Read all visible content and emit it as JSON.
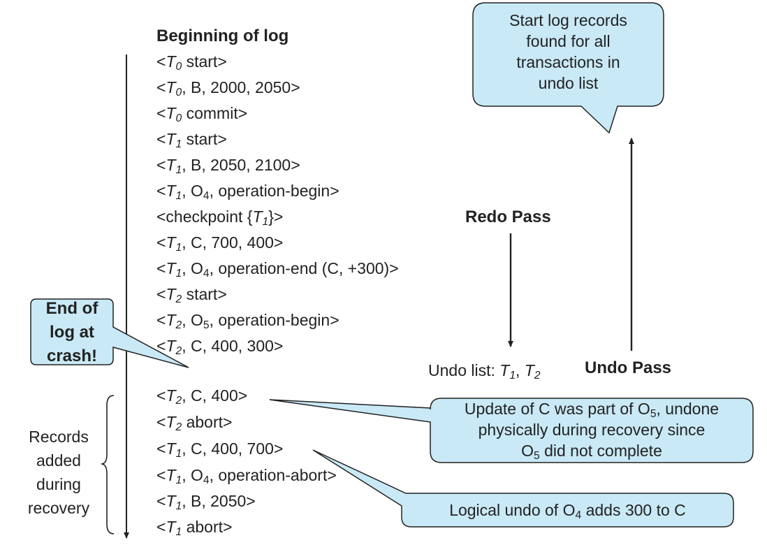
{
  "log_title": "Beginning of log",
  "log_records": [
    [
      {
        "t": "<"
      },
      {
        "t": "T",
        "i": 1
      },
      {
        "t": "0",
        "sub": 1,
        "i": 1
      },
      {
        "t": " start>"
      }
    ],
    [
      {
        "t": "<"
      },
      {
        "t": "T",
        "i": 1
      },
      {
        "t": "0",
        "sub": 1,
        "i": 1
      },
      {
        "t": ", B, 2000, 2050>"
      }
    ],
    [
      {
        "t": "<"
      },
      {
        "t": "T",
        "i": 1
      },
      {
        "t": "0",
        "sub": 1,
        "i": 1
      },
      {
        "t": " commit>"
      }
    ],
    [
      {
        "t": "<"
      },
      {
        "t": "T",
        "i": 1
      },
      {
        "t": "1",
        "sub": 1,
        "i": 1
      },
      {
        "t": " start>"
      }
    ],
    [
      {
        "t": "<"
      },
      {
        "t": "T",
        "i": 1
      },
      {
        "t": "1",
        "sub": 1,
        "i": 1
      },
      {
        "t": ", B, 2050, 2100>"
      }
    ],
    [
      {
        "t": "<"
      },
      {
        "t": "T",
        "i": 1
      },
      {
        "t": "1",
        "sub": 1,
        "i": 1
      },
      {
        "t": ", O"
      },
      {
        "t": "4",
        "sub": 1
      },
      {
        "t": ", operation-begin>"
      }
    ],
    [
      {
        "t": "<checkpoint {"
      },
      {
        "t": "T",
        "i": 1
      },
      {
        "t": "1",
        "sub": 1,
        "i": 1
      },
      {
        "t": "}>"
      }
    ],
    [
      {
        "t": "<"
      },
      {
        "t": "T",
        "i": 1
      },
      {
        "t": "1",
        "sub": 1,
        "i": 1
      },
      {
        "t": ", C, 700, 400>"
      }
    ],
    [
      {
        "t": "<"
      },
      {
        "t": "T",
        "i": 1
      },
      {
        "t": "1",
        "sub": 1,
        "i": 1
      },
      {
        "t": ", O"
      },
      {
        "t": "4",
        "sub": 1
      },
      {
        "t": ", operation-end (C, +300)>"
      }
    ],
    [
      {
        "t": "<"
      },
      {
        "t": "T",
        "i": 1
      },
      {
        "t": "2",
        "sub": 1,
        "i": 1
      },
      {
        "t": " start>"
      }
    ],
    [
      {
        "t": "<"
      },
      {
        "t": "T",
        "i": 1
      },
      {
        "t": "2",
        "sub": 1,
        "i": 1
      },
      {
        "t": ", O"
      },
      {
        "t": "5",
        "sub": 1
      },
      {
        "t": ", operation-begin>"
      }
    ],
    [
      {
        "t": "<"
      },
      {
        "t": "T",
        "i": 1
      },
      {
        "t": "2",
        "sub": 1,
        "i": 1
      },
      {
        "t": ", C, 400, 300>"
      }
    ]
  ],
  "recovery_records": [
    [
      {
        "t": "<"
      },
      {
        "t": "T",
        "i": 1
      },
      {
        "t": "2",
        "sub": 1,
        "i": 1
      },
      {
        "t": ", C, 400>"
      }
    ],
    [
      {
        "t": "<"
      },
      {
        "t": "T",
        "i": 1
      },
      {
        "t": "2",
        "sub": 1,
        "i": 1
      },
      {
        "t": " abort>"
      }
    ],
    [
      {
        "t": "<"
      },
      {
        "t": "T",
        "i": 1
      },
      {
        "t": "1",
        "sub": 1,
        "i": 1
      },
      {
        "t": ", C, 400, 700>"
      }
    ],
    [
      {
        "t": "<"
      },
      {
        "t": "T",
        "i": 1
      },
      {
        "t": "1",
        "sub": 1,
        "i": 1
      },
      {
        "t": ", O"
      },
      {
        "t": "4",
        "sub": 1
      },
      {
        "t": ", operation-abort>"
      }
    ],
    [
      {
        "t": "<"
      },
      {
        "t": "T",
        "i": 1
      },
      {
        "t": "1",
        "sub": 1,
        "i": 1
      },
      {
        "t": ", B, 2050>"
      }
    ],
    [
      {
        "t": "<"
      },
      {
        "t": "T",
        "i": 1
      },
      {
        "t": "1",
        "sub": 1,
        "i": 1
      },
      {
        "t": " abort>"
      }
    ]
  ],
  "records_added_label": [
    "Records",
    "added",
    "during",
    "recovery"
  ],
  "end_of_log_callout": [
    "End of",
    "log at",
    "crash!"
  ],
  "start_records_callout": [
    "Start log records",
    "found for all",
    "transactions in",
    "undo list"
  ],
  "redo_pass_label": "Redo Pass",
  "undo_pass_label": "Undo Pass",
  "undo_list": [
    {
      "t": "Undo list: "
    },
    {
      "t": "T",
      "i": 1
    },
    {
      "t": "1",
      "sub": 1,
      "i": 1
    },
    {
      "t": ", "
    },
    {
      "t": "T",
      "i": 1
    },
    {
      "t": "2",
      "sub": 1,
      "i": 1
    }
  ],
  "update_c_callout": [
    [
      {
        "t": "Update of C was part of O"
      },
      {
        "t": "5",
        "sub": 1
      },
      {
        "t": ", undone"
      }
    ],
    [
      {
        "t": "physically during recovery since"
      }
    ],
    [
      {
        "t": "O"
      },
      {
        "t": "5",
        "sub": 1
      },
      {
        "t": " did not complete"
      }
    ]
  ],
  "logical_undo_callout": [
    {
      "t": "Logical undo of O"
    },
    {
      "t": "4",
      "sub": 1
    },
    {
      "t": " adds 300 to C"
    }
  ],
  "colors": {
    "callout_fill": "#c9e9f6",
    "stroke": "#222222",
    "text": "#222222"
  }
}
